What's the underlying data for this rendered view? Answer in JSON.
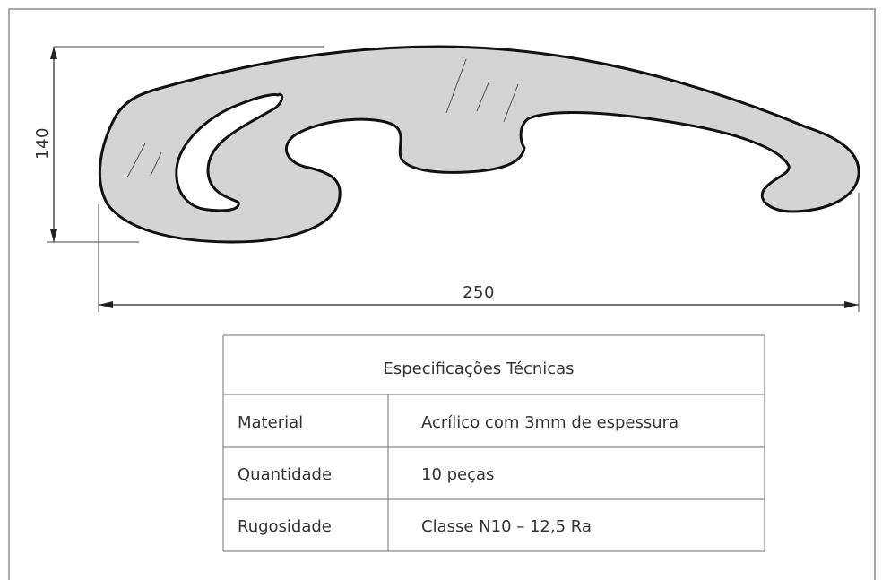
{
  "drawing": {
    "height_label": "140",
    "width_label": "250"
  },
  "spec_table": {
    "title": "Especificações Técnicas",
    "rows": [
      {
        "label": "Material",
        "value": "Acrílico com 3mm de espessura"
      },
      {
        "label": "Quantidade",
        "value": "10 peças"
      },
      {
        "label": "Rugosidade",
        "value": "Classe N10 – 12,5 Ra"
      }
    ]
  },
  "colors": {
    "shape_fill": "#d4d4d4",
    "outline": "#111111",
    "frame": "#a8a8a8"
  }
}
